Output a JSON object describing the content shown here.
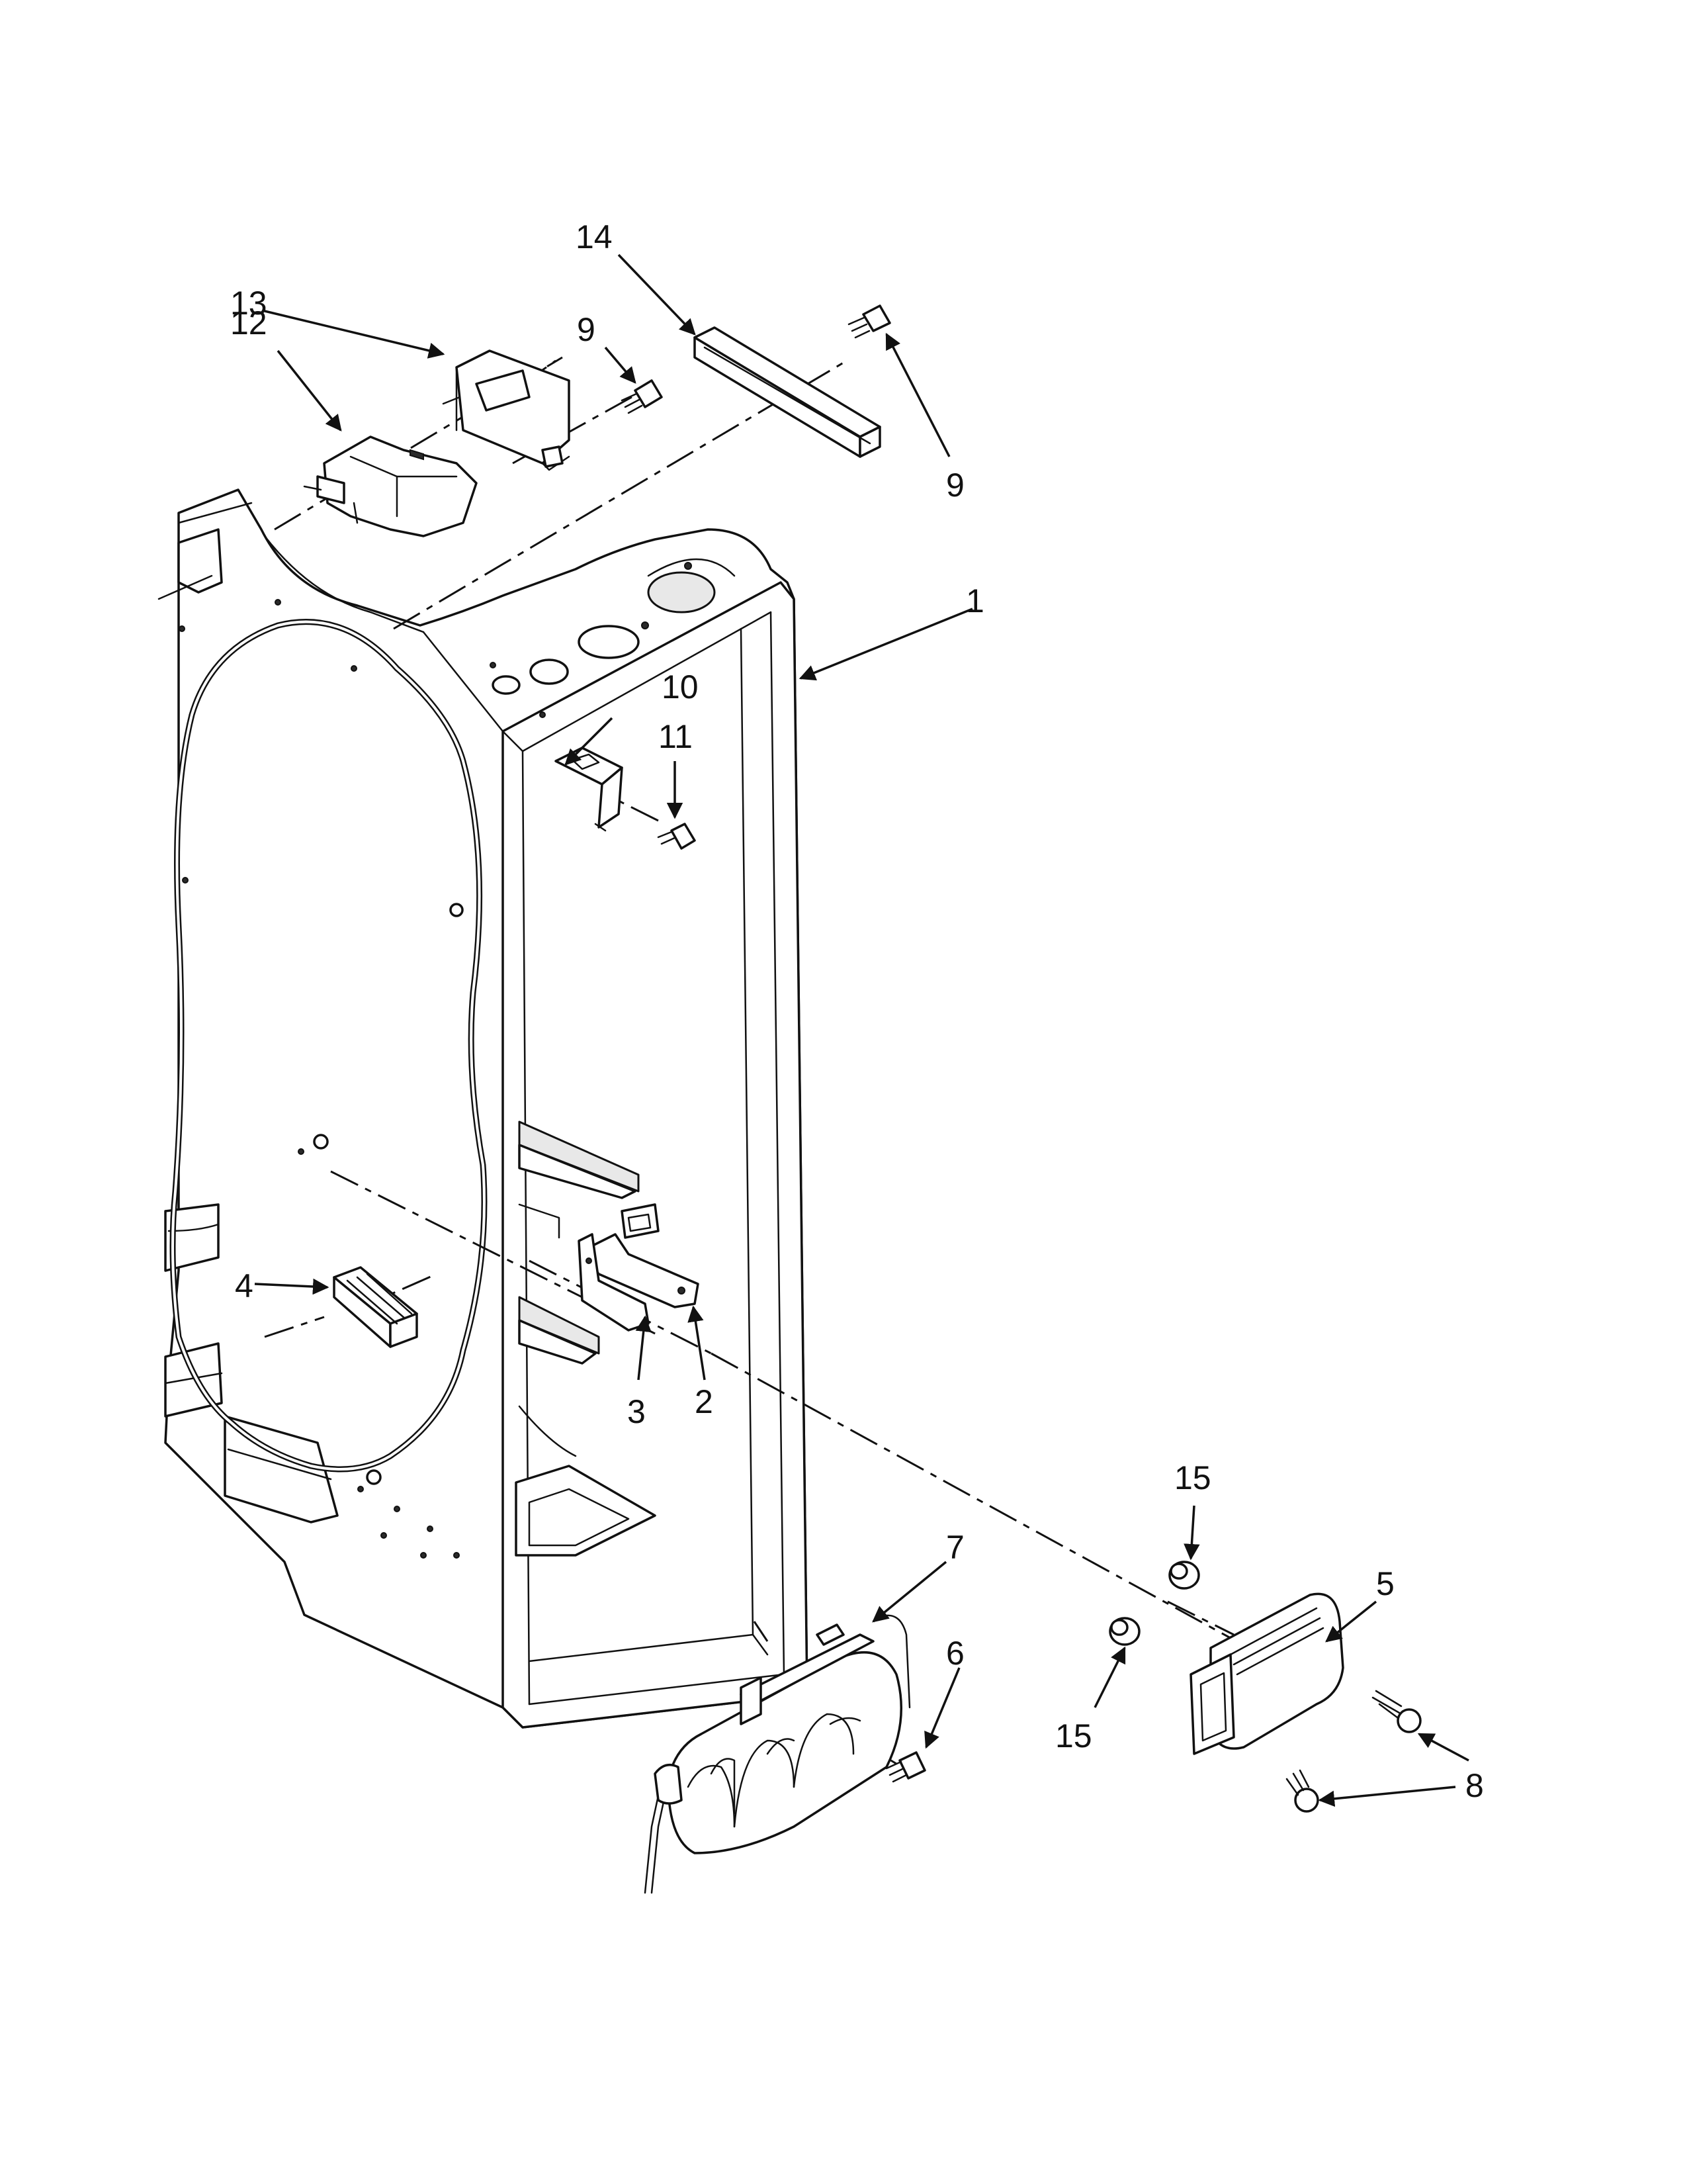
{
  "callouts": {
    "c1": "1",
    "c2": "2",
    "c3": "3",
    "c4": "4",
    "c5": "5",
    "c6": "6",
    "c7": "7",
    "c8": "8",
    "c9a": "9",
    "c9b": "9",
    "c10": "10",
    "c11": "11",
    "c12": "12",
    "c13": "13",
    "c14": "14",
    "c15a": "15",
    "c15b": "15"
  }
}
